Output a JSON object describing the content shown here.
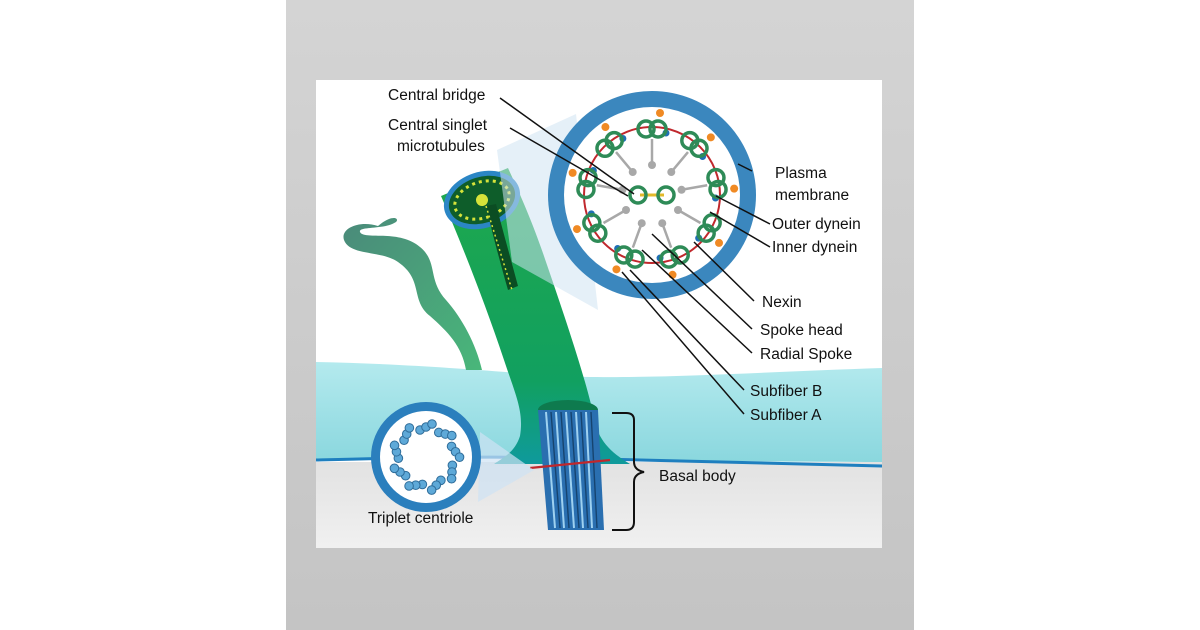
{
  "colors": {
    "wall": "#c8c8c8",
    "poster": "#ffffff",
    "cytoplasm": "#9edfe4",
    "membrane_line": "#1e7fbf",
    "cell_interior": "#e6e6e6",
    "cilium_green": "#1aa34a",
    "cross_section_ring": "#3b87be",
    "doublet": "#2e8b57",
    "outer_dynein": "#f08a24",
    "inner_dynein": "#1f6fb5",
    "nexin": "#c0282d",
    "spoke": "#a8a8a8",
    "basal_body": "#2a6fb0",
    "centriole_bead": "#5ea9d8"
  },
  "labels": {
    "central_bridge": "Central bridge",
    "central_singlet_1": "Central singlet",
    "central_singlet_2": "microtubules",
    "plasma_membrane_1": "Plasma",
    "plasma_membrane_2": "membrane",
    "outer_dynein": "Outer dynein",
    "inner_dynein": "Inner dynein",
    "nexin": "Nexin",
    "spoke_head": "Spoke head",
    "radial_spoke": "Radial Spoke",
    "subfiber_b": "Subfiber B",
    "subfiber_a": "Subfiber A",
    "basal_body": "Basal body",
    "triplet_centriole": "Triplet centriole"
  }
}
